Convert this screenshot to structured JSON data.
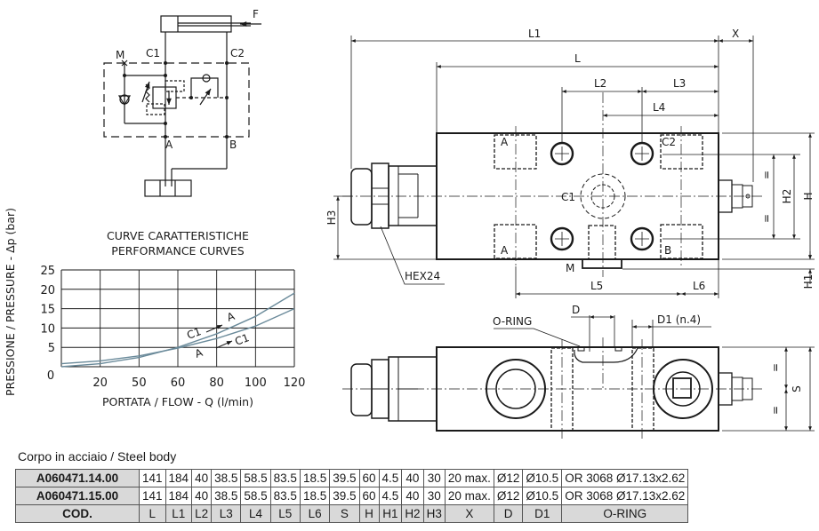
{
  "schematic": {
    "labels": {
      "F": "F",
      "M": "M",
      "C1": "C1",
      "C2": "C2",
      "A": "A",
      "B": "B"
    }
  },
  "top_view": {
    "labels": {
      "L1": "L1",
      "X": "X",
      "L": "L",
      "L2": "L2",
      "L3": "L3",
      "L4": "L4",
      "L5": "L5",
      "L6": "L6",
      "H": "H",
      "H1": "H1",
      "H2": "H2",
      "H3": "H3",
      "HEX": "HEX24",
      "A_top": "A",
      "A_bottom": "A",
      "C1": "C1",
      "C2": "C2",
      "B": "B",
      "M": "M",
      "eq1": "=",
      "eq2": "="
    }
  },
  "side_view": {
    "labels": {
      "ORING": "O-RING",
      "D": "D",
      "D1": "D1 (n.4)",
      "S": "S",
      "eq1": "=",
      "eq2": "="
    }
  },
  "chart_data": {
    "type": "line",
    "title": "CURVE CARATTERISTICHE",
    "subtitle": "PERFORMANCE CURVES",
    "xlabel": "PORTATA / FLOW - Q (l/min)",
    "ylabel": "PRESSIONE / PRESSURE - Δp (bar)",
    "xlim": [
      0,
      120
    ],
    "ylim": [
      0,
      25
    ],
    "x_tick_labels": [
      "0",
      "20",
      "50",
      "60",
      "80",
      "100",
      "120"
    ],
    "y_tick_labels": [
      "5",
      "10",
      "15",
      "20",
      "25"
    ],
    "grid": true,
    "line_color": "#6a8a9a",
    "x": [
      0,
      20,
      40,
      60,
      80,
      100,
      120
    ],
    "series": [
      {
        "name": "C1 → A",
        "label_from": "C1",
        "label_to": "A",
        "values": [
          0.0,
          0.8,
          2.4,
          5.0,
          8.5,
          13.0,
          19.0
        ]
      },
      {
        "name": "A → C1",
        "label_from": "A",
        "label_to": "C1",
        "values": [
          0.8,
          1.5,
          2.8,
          4.8,
          7.3,
          10.5,
          15.0
        ]
      }
    ]
  },
  "table": {
    "caption": "Corpo in acciaio / Steel body",
    "rows": [
      [
        "A060471.14.00",
        "141",
        "184",
        "40",
        "38.5",
        "58.5",
        "83.5",
        "18.5",
        "39.5",
        "60",
        "4.5",
        "40",
        "30",
        "20 max.",
        "Ø12",
        "Ø10.5",
        "OR 3068 Ø17.13x2.62"
      ],
      [
        "A060471.15.00",
        "141",
        "184",
        "40",
        "38.5",
        "58.5",
        "83.5",
        "18.5",
        "39.5",
        "60",
        "4.5",
        "40",
        "30",
        "20 max.",
        "Ø12",
        "Ø10.5",
        "OR 3068 Ø17.13x2.62"
      ]
    ],
    "header": [
      "COD.",
      "L",
      "L1",
      "L2",
      "L3",
      "L4",
      "L5",
      "L6",
      "S",
      "H",
      "H1",
      "H2",
      "H3",
      "X",
      "D",
      "D1",
      "O-RING"
    ]
  }
}
